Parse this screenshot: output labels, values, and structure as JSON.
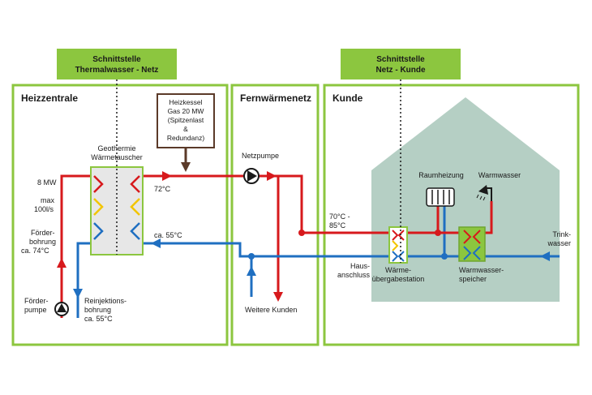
{
  "colors": {
    "frame": "#8cc63f",
    "label_bg": "#8cc63f",
    "supply": "#d7191c",
    "return": "#1f6fc1",
    "house": "#b5cfc4",
    "exchanger_fill": "#e7e7e7",
    "boiler_border": "#5b3a29",
    "yellow": "#f2c500",
    "storage": "#8cc63f"
  },
  "interfaces": [
    {
      "line1": "Schnittstelle",
      "line2": "Thermalwasser - Netz"
    },
    {
      "line1": "Schnittstelle",
      "line2": "Netz - Kunde"
    }
  ],
  "panels": {
    "heizzentrale": "Heizzentrale",
    "fernwaermenetz": "Fernwärmenetz",
    "kunde": "Kunde"
  },
  "boiler": {
    "lines": [
      "Heizkessel",
      "Gas 20 MW",
      "(Spitzenlast",
      "&",
      "Redundanz)"
    ]
  },
  "labels": {
    "geothermie": [
      "Geothermie",
      "Wärmetauscher"
    ],
    "mw": "8 MW",
    "flow": [
      "max",
      "100l/s"
    ],
    "foerderbohrung": [
      "Förder-",
      "bohrung",
      "ca. 74°C"
    ],
    "foerderpumpe": [
      "Förder-",
      "pumpe"
    ],
    "reinjektion": [
      "Reinjektions-",
      "bohrung",
      "ca. 55°C"
    ],
    "temp_supply": "72°C",
    "temp_return": "ca. 55°C",
    "netzpumpe": "Netzpumpe",
    "weitere_kunden": "Weitere Kunden",
    "temp_customer": [
      "70°C -",
      "85°C"
    ],
    "hausanschluss": [
      "Haus-",
      "anschluss"
    ],
    "waermeuebergabe": [
      "Wärme-",
      "übergabestation"
    ],
    "raumheizung": "Raumheizung",
    "warmwasser": "Warmwasser",
    "warmwasserspeicher": [
      "Warmwasser-",
      "speicher"
    ],
    "trinkwasser": [
      "Trink-",
      "wasser"
    ]
  }
}
